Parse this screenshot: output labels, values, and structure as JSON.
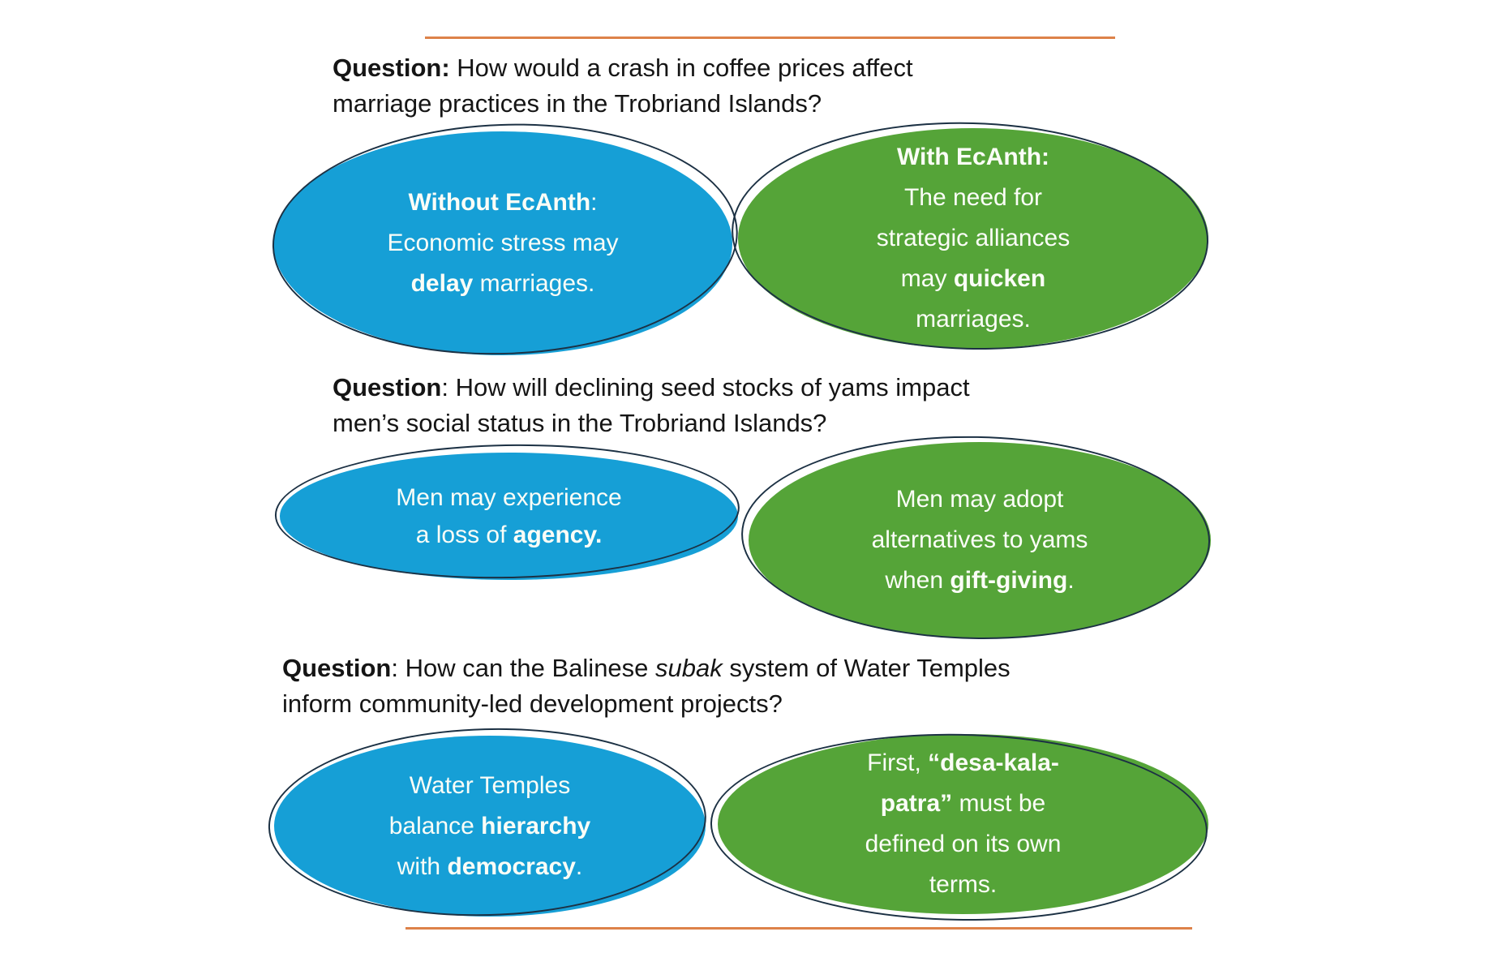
{
  "slide": {
    "colors": {
      "blue_bubble": "#169FD6",
      "green_bubble": "#55A438",
      "divider_orange": "#DD8249",
      "bubble_outline": "#1C3144"
    },
    "sections": [
      {
        "question": [
          [
            {
              "t": "Question:",
              "b": true
            },
            {
              "t": " How would a crash in coffee prices affect"
            }
          ],
          [
            {
              "t": "marriage practices in the Trobriand Islands?"
            }
          ]
        ],
        "without_bubble": [
          [
            {
              "t": "Without EcAnth",
              "b": true
            },
            {
              "t": ":"
            }
          ],
          [
            {
              "t": "Economic stress may"
            }
          ],
          [
            {
              "t": "delay",
              "b": true
            },
            {
              "t": " marriages."
            }
          ]
        ],
        "with_bubble": [
          [
            {
              "t": "With EcAnth:",
              "b": true
            }
          ],
          [
            {
              "t": "The need for"
            }
          ],
          [
            {
              "t": "strategic alliances"
            }
          ],
          [
            {
              "t": "may "
            },
            {
              "t": "quicken",
              "b": true
            }
          ],
          [
            {
              "t": "marriages."
            }
          ]
        ]
      },
      {
        "question": [
          [
            {
              "t": "Question",
              "b": true
            },
            {
              "t": ": How will declining seed stocks of yams impact"
            }
          ],
          [
            {
              "t": "men’s social status in the Trobriand Islands?"
            }
          ]
        ],
        "without_bubble": [
          [
            {
              "t": "Men may experience"
            }
          ],
          [
            {
              "t": "a loss of "
            },
            {
              "t": "agency.",
              "b": true
            }
          ]
        ],
        "with_bubble": [
          [
            {
              "t": "Men may adopt"
            }
          ],
          [
            {
              "t": "alternatives to yams"
            }
          ],
          [
            {
              "t": "when "
            },
            {
              "t": "gift-giving",
              "b": true
            },
            {
              "t": "."
            }
          ]
        ]
      },
      {
        "question": [
          [
            {
              "t": "Question",
              "b": true
            },
            {
              "t": ": How can the Balinese "
            },
            {
              "t": "subak",
              "i": true
            },
            {
              "t": " system of Water Temples"
            }
          ],
          [
            {
              "t": "inform community-led development projects?"
            }
          ]
        ],
        "without_bubble": [
          [
            {
              "t": "Water Temples"
            }
          ],
          [
            {
              "t": "balance "
            },
            {
              "t": "hierarchy",
              "b": true
            }
          ],
          [
            {
              "t": "with "
            },
            {
              "t": "democracy",
              "b": true
            },
            {
              "t": "."
            }
          ]
        ],
        "with_bubble": [
          [
            {
              "t": "First, "
            },
            {
              "t": "“desa-kala-",
              "b": true
            }
          ],
          [
            {
              "t": "patra”",
              "b": true
            },
            {
              "t": " must be"
            }
          ],
          [
            {
              "t": "defined on its own"
            }
          ],
          [
            {
              "t": "terms."
            }
          ]
        ]
      }
    ]
  }
}
